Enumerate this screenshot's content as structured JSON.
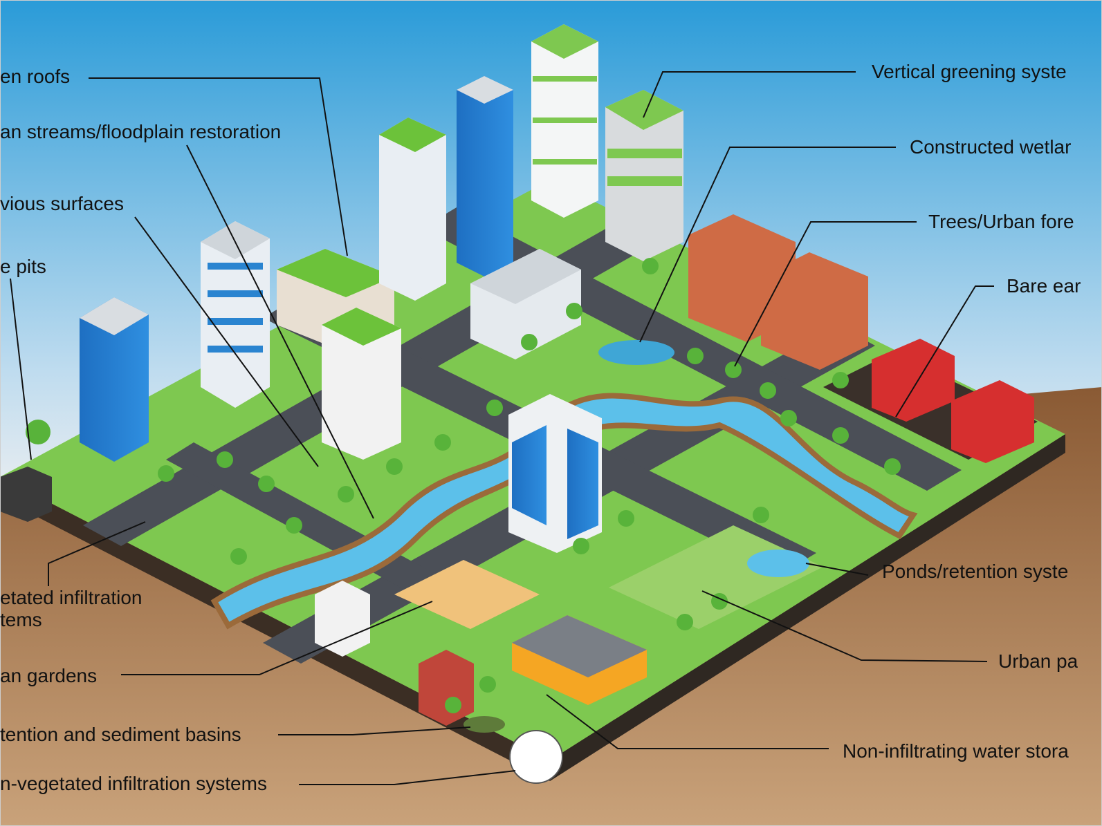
{
  "colors": {
    "sky_top": "#2a9bd8",
    "sky_bottom": "#e8eef2",
    "soil_top": "#8a5a34",
    "soil_bottom": "#c9a27a",
    "grass": "#7ec850",
    "road": "#4b4f57",
    "water": "#5cc0ea",
    "river_bank": "#9b6a3a",
    "leader_line": "#111111"
  },
  "labels_left": {
    "green_roofs": "en roofs",
    "urban_streams": "an streams/floodplain restoration",
    "pervious_surfaces": "vious surfaces",
    "tree_pits": "e pits",
    "vegetated_infiltration_1": "etated infiltration",
    "vegetated_infiltration_2": "tems",
    "urban_gardens": "an gardens",
    "detention_basins": "tention and sediment basins",
    "non_vegetated_infiltration": "n-vegetated infiltration systems"
  },
  "labels_right": {
    "vertical_greening": "Vertical greening syste",
    "constructed_wetlands": "Constructed wetlar",
    "trees_urban_forest": "Trees/Urban fore",
    "bare_earth": "Bare ear",
    "ponds_retention": "Ponds/retention syste",
    "urban_parks": "Urban pa",
    "non_infiltrating_storage": "Non-infiltrating water stora"
  }
}
